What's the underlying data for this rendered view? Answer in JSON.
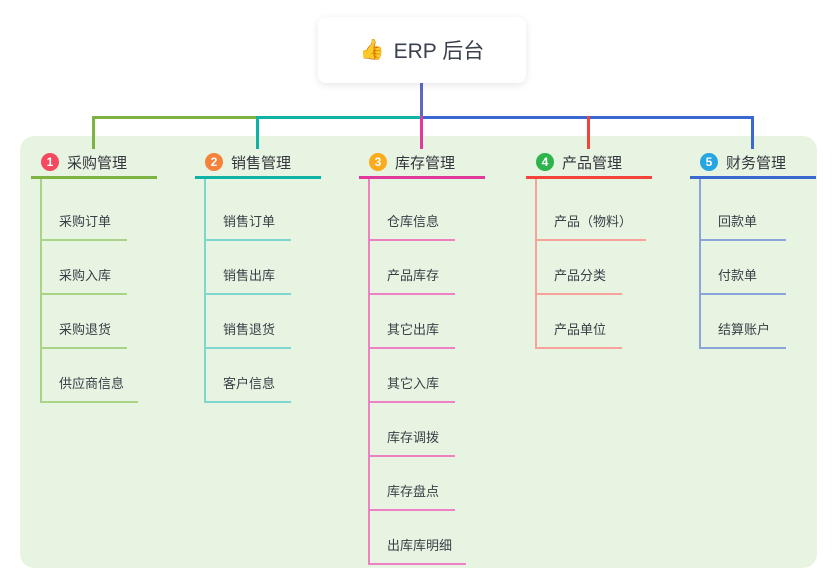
{
  "canvas": {
    "background": "#ffffff",
    "panel_background": "#e8f4e2",
    "root_connector_color": "#5c6bc0"
  },
  "root": {
    "icon": "👍",
    "title": "ERP 后台"
  },
  "branches": [
    {
      "badge": "1",
      "label": "采购管理",
      "badge_color": "#f5495f",
      "line_color": "#7cb342",
      "light_line_color": "#a9d487",
      "children": [
        "采购订单",
        "采购入库",
        "采购退货",
        "供应商信息"
      ]
    },
    {
      "badge": "2",
      "label": "销售管理",
      "badge_color": "#f5823b",
      "line_color": "#0fb3a6",
      "light_line_color": "#7fd6cc",
      "children": [
        "销售订单",
        "销售出库",
        "销售退货",
        "客户信息"
      ]
    },
    {
      "badge": "3",
      "label": "库存管理",
      "badge_color": "#fbab1c",
      "line_color": "#df3a9b",
      "light_line_color": "#f080c4",
      "children": [
        "仓库信息",
        "产品库存",
        "其它出库",
        "其它入库",
        "库存调拨",
        "库存盘点",
        "出库库明细"
      ]
    },
    {
      "badge": "4",
      "label": "产品管理",
      "badge_color": "#2db54b",
      "line_color": "#f4433c",
      "light_line_color": "#f9a19b",
      "children": [
        "产品（物料）",
        "产品分类",
        "产品单位"
      ]
    },
    {
      "badge": "5",
      "label": "财务管理",
      "badge_color": "#27a5e1",
      "line_color": "#3b68d0",
      "light_line_color": "#8ba5dc",
      "children": [
        "回款单",
        "付款单",
        "结算账户"
      ]
    }
  ]
}
